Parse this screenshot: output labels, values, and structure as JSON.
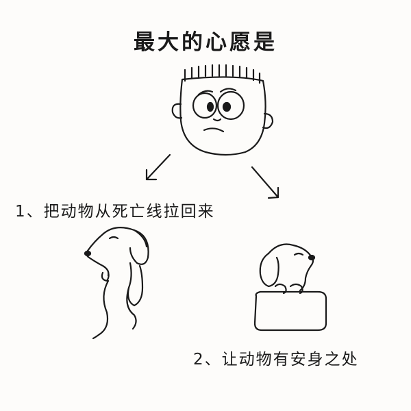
{
  "title": "最大的心愿是",
  "wishes": [
    {
      "text": "1、把动物从死亡线拉回来"
    },
    {
      "text": "2、让动物有安身之处"
    }
  ],
  "illustrations": {
    "boy": "worried-boy-face",
    "dog_ghost": "dog-ghost-drawing",
    "dog_box": "dog-in-box-drawing"
  },
  "colors": {
    "ink": "#1a1a1a",
    "paper": "#fdfcfa"
  }
}
